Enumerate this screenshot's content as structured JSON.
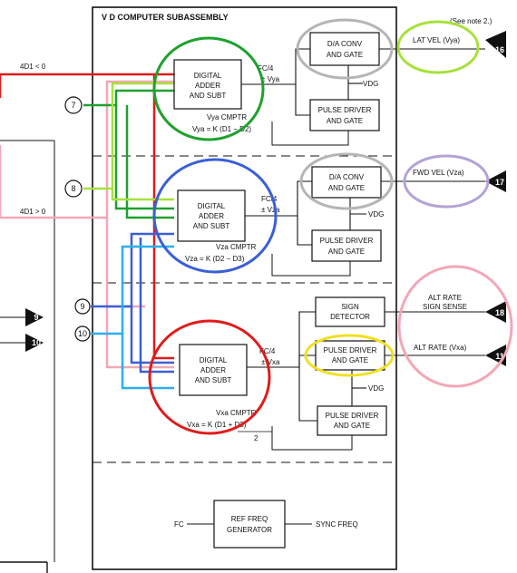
{
  "subassembly_title": "V D COMPUTER SUBASSEMBLY",
  "note_ref": "(See note 2.)",
  "inputs": {
    "left_top": "4D1 < 0",
    "left_bottom": "4D1 > 0",
    "fc": "FC"
  },
  "connectors": {
    "c7": "7",
    "c8": "8",
    "c9": "9",
    "c10": "10"
  },
  "blocks": {
    "adder_y": [
      "DIGITAL",
      "ADDER",
      "AND SUBT"
    ],
    "adder_z": [
      "DIGITAL",
      "ADDER",
      "AND SUBT"
    ],
    "adder_x": [
      "DIGITAL",
      "ADDER",
      "AND SUBT"
    ],
    "da_y": [
      "D/A CONV",
      "AND GATE"
    ],
    "da_z": [
      "D/A CONV",
      "AND GATE"
    ],
    "pd_y": [
      "PULSE DRIVER",
      "AND GATE"
    ],
    "pd_z": [
      "PULSE DRIVER",
      "AND GATE"
    ],
    "sign_detector": [
      "SIGN",
      "DETECTOR"
    ],
    "pd_x1": [
      "PULSE DRIVER",
      "AND GATE"
    ],
    "pd_x2": [
      "PULSE DRIVER",
      "AND GATE"
    ],
    "ref_freq": [
      "REF FREQ",
      "GENERATOR"
    ]
  },
  "signals": {
    "fc4_y": "FC/4",
    "vya": "± Vya",
    "fc4_z": "FC/4",
    "vza": "± Vza",
    "fc4_x": "FC/4",
    "vxa": "± Vxa",
    "vdg": "VDG",
    "sync_freq": "SYNC FREQ"
  },
  "equations": {
    "y_cmptr": "Vya CMPTR",
    "y_eq": "Vya = K (D1 − D2)",
    "z_cmptr": "Vza CMPTR",
    "z_eq": "Vza = K (D2 − D3)",
    "x_cmptr": "Vxa CMPTR",
    "x_eq": "Vxa = K (D1 + D3)",
    "x_den": "2"
  },
  "outputs": {
    "lat_vel": "LAT VEL (Vya)",
    "fwd_vel": "FWD VEL (Vza)",
    "alt_rate_sign_1": "ALT RATE",
    "alt_rate_sign_2": "SIGN SENSE",
    "alt_rate": "ALT RATE (Vxa)"
  },
  "output_numbers": {
    "o16": "16",
    "o17": "17",
    "o18": "18",
    "o11": "11",
    "o9": "9",
    "o10": "10"
  },
  "colors": {
    "red": "#e01b1b",
    "green": "#1ea12e",
    "blue": "#3a5fd6",
    "gray": "#b5b5b5",
    "lime": "#a6e13a",
    "lavender": "#b3a3d6",
    "pink": "#f2a7b6",
    "yellow": "#f0e020",
    "sky": "#2ab0ee",
    "black": "#111111"
  }
}
